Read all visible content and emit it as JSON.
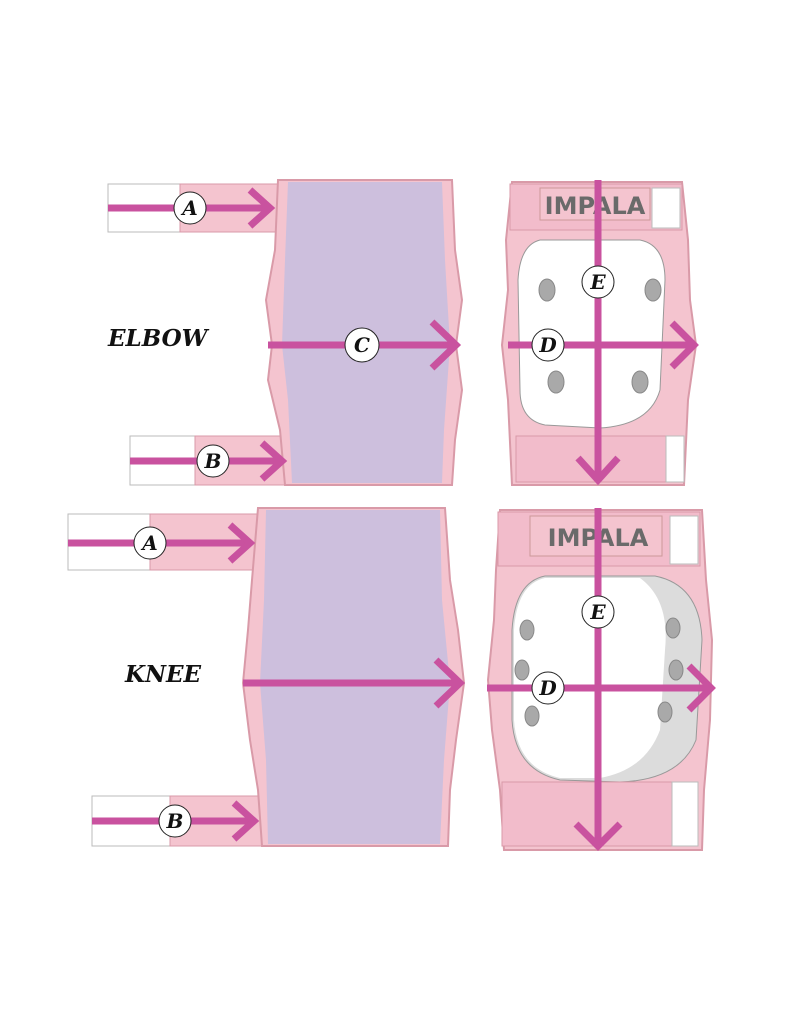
{
  "colors": {
    "pink": "#f4c4cf",
    "pink_outline": "#d99aa8",
    "purple": "#cdbfdd",
    "arrow": "#c9529f",
    "bolt": "#9a9a9a",
    "shell_shadow": "#dcdcdc"
  },
  "elbow": {
    "title": "ELBOW",
    "labels": {
      "a": "A",
      "b": "B",
      "c": "C",
      "d": "D",
      "e": "E"
    },
    "logo": "IMPALA"
  },
  "knee": {
    "title": "KNEE",
    "labels": {
      "a": "A",
      "b": "B",
      "d": "D",
      "e": "E"
    },
    "logo": "IMPALA"
  }
}
